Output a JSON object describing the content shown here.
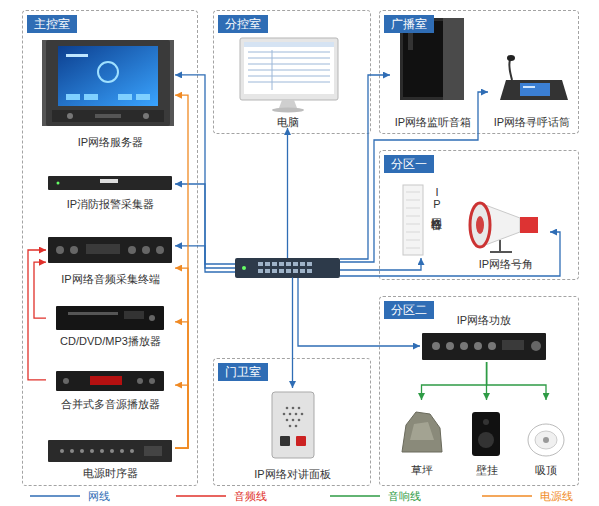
{
  "diagram": {
    "nodes": [
      {
        "text": [
          "主控室"
        ]
      },
      {
        "text": [
          "IP网络服务器"
        ],
        "in": 0
      },
      {
        "text": [
          "IP消防报警采集器"
        ],
        "in": 0
      },
      {
        "text": [
          "IP网络音频采集终端"
        ],
        "in": 0
      },
      {
        "text": [
          "CD/DVD/MP3播放器"
        ],
        "in": 0
      },
      {
        "text": [
          "合并式多音源播放器"
        ],
        "in": 0
      },
      {
        "text": [
          "电源时序器"
        ],
        "in": 0
      },
      {
        "text": [
          "分控室"
        ]
      },
      {
        "text": [
          "电脑"
        ],
        "in": 7
      },
      {
        "text": [
          "广播室"
        ]
      },
      {
        "text": [
          "IP网络监听音箱"
        ],
        "in": 9
      },
      {
        "text": [
          "IP网络寻呼话筒"
        ],
        "in": 9
      },
      {
        "text": [
          "分区一"
        ]
      },
      {
        "text": [
          "IP网络音柱"
        ],
        "in": 12
      },
      {
        "text": [
          "IP网络号角"
        ],
        "in": 12
      },
      {
        "text": []
      },
      {
        "text": [
          "分区二"
        ]
      },
      {
        "text": [
          "IP网络功放"
        ],
        "in": 16
      },
      {
        "text": [
          "草坪"
        ],
        "in": 16
      },
      {
        "text": [
          "壁挂"
        ],
        "in": 16
      },
      {
        "text": [
          "吸顶"
        ],
        "in": 16
      },
      {
        "text": [
          "门卫室"
        ]
      },
      {
        "text": [
          "IP网络对讲面板"
        ],
        "in": 21
      }
    ],
    "edges": [
      {
        "from": 15,
        "to": 1,
        "arrow": "to"
      },
      {
        "from": 15,
        "to": 2,
        "arrow": "to"
      },
      {
        "from": 15,
        "to": 3,
        "arrow": "to"
      },
      {
        "from": 15,
        "to": 8,
        "arrow": "to"
      },
      {
        "from": 15,
        "to": 10,
        "arrow": "to"
      },
      {
        "from": 15,
        "to": 11,
        "arrow": "to"
      },
      {
        "from": 15,
        "to": 13,
        "arrow": "to"
      },
      {
        "from": 15,
        "to": 14,
        "arrow": "to"
      },
      {
        "from": 15,
        "to": 17,
        "arrow": "to"
      },
      {
        "from": 15,
        "to": 22,
        "arrow": "to"
      },
      {
        "from": 4,
        "to": 3,
        "arrow": "to"
      },
      {
        "from": 5,
        "to": 3,
        "arrow": "to"
      },
      {
        "from": 6,
        "to": 1,
        "arrow": "to"
      },
      {
        "from": 6,
        "to": 3,
        "arrow": "to"
      },
      {
        "from": 6,
        "to": 4,
        "arrow": "to"
      },
      {
        "from": 6,
        "to": 5,
        "arrow": "to"
      },
      {
        "from": 17,
        "to": 18,
        "arrow": "to"
      },
      {
        "from": 17,
        "to": 19,
        "arrow": "to"
      },
      {
        "from": 17,
        "to": 20,
        "arrow": "to"
      }
    ],
    "legend": [
      {
        "text": "网线"
      },
      {
        "text": "音频线"
      },
      {
        "text": "音响线"
      },
      {
        "text": "电源线"
      }
    ]
  }
}
